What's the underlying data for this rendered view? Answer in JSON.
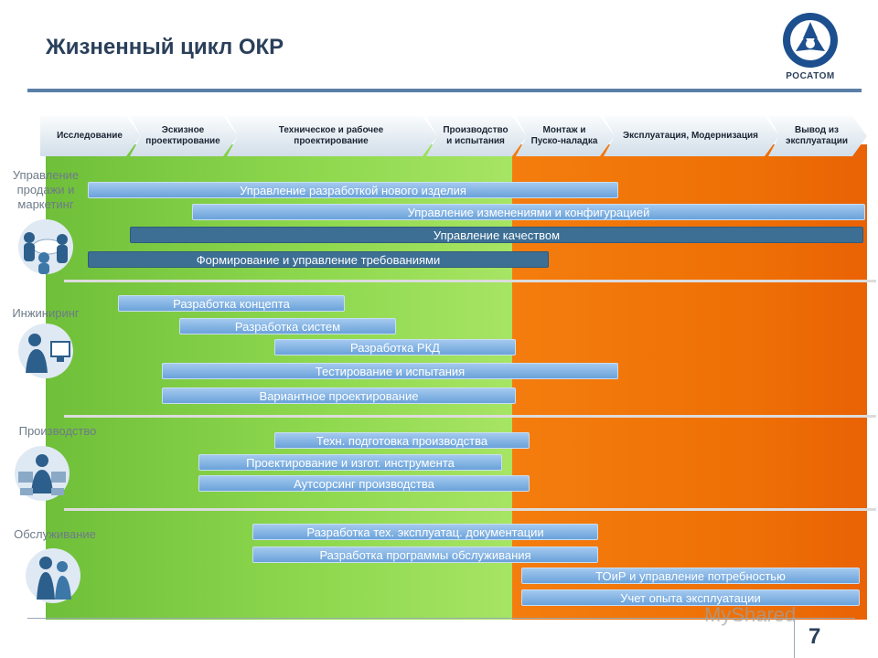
{
  "title": "Жизненный цикл ОКР",
  "logo": {
    "text": "РОСАТОМ",
    "icon": "rosatom-atom-logo"
  },
  "phases": [
    "Исследование",
    "Эскизное проектирование",
    "Техническое и рабочее проектирование",
    "Производство и испытания",
    "Монтаж и Пуско-наладка",
    "Эксплуатация, Модернизация",
    "Вывод из эксплуатации"
  ],
  "departments": [
    {
      "label": "Управление продажи и маркетинг",
      "icon": "meeting-people-icon"
    },
    {
      "label": "Инжиниринг",
      "icon": "engineer-computer-icon"
    },
    {
      "label": "Производство",
      "icon": "factory-worker-icon"
    },
    {
      "label": "Обслуживание",
      "icon": "service-staff-icon"
    }
  ],
  "bars": [
    "Управление разработкой нового изделия",
    "Управление изменениями и конфигурацией",
    "Управление качеством",
    "Формирование и управление требованиями",
    "Разработка концепта",
    "Разработка систем",
    "Разработка РКД",
    "Тестирование и испытания",
    "Вариантное проектирование",
    "Техн. подготовка производства",
    "Проектирование и изгот. инструмента",
    "Аутсорсинг производства",
    "Разработка тех. эксплуатац. документации",
    "Разработка программы обслуживания",
    "ТОиР и управление потребностью",
    "Учет опыта эксплуатации"
  ],
  "colors": {
    "green": "#8fd94f",
    "orange": "#ee6f05",
    "bar": "#6aa2da",
    "dark_bar": "#3d6f94",
    "title": "#2a3f5a"
  },
  "watermark": "MyShared",
  "page_number": "7"
}
